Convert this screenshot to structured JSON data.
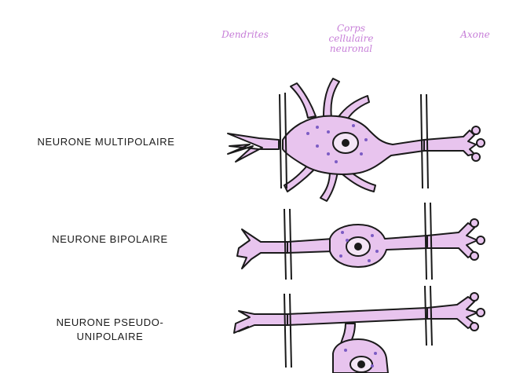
{
  "columns": {
    "dendrites": "Dendrites",
    "cell_body": [
      "Corps",
      "cellulaire",
      "neuronal"
    ],
    "axon": "Axone"
  },
  "rows": {
    "multipolar": [
      "NEURONE MULTIPOLAIRE"
    ],
    "bipolar": [
      "NEURONE BIPOLAIRE"
    ],
    "pseudo_unipolar": [
      "NEURONE PSEUDO-",
      "UNIPOLAIRE"
    ]
  },
  "colors": {
    "membrane": "#e8c4ee",
    "outline": "#1a1a1a",
    "granules": "#7c5cc4",
    "header_text": "#c77fd8"
  }
}
